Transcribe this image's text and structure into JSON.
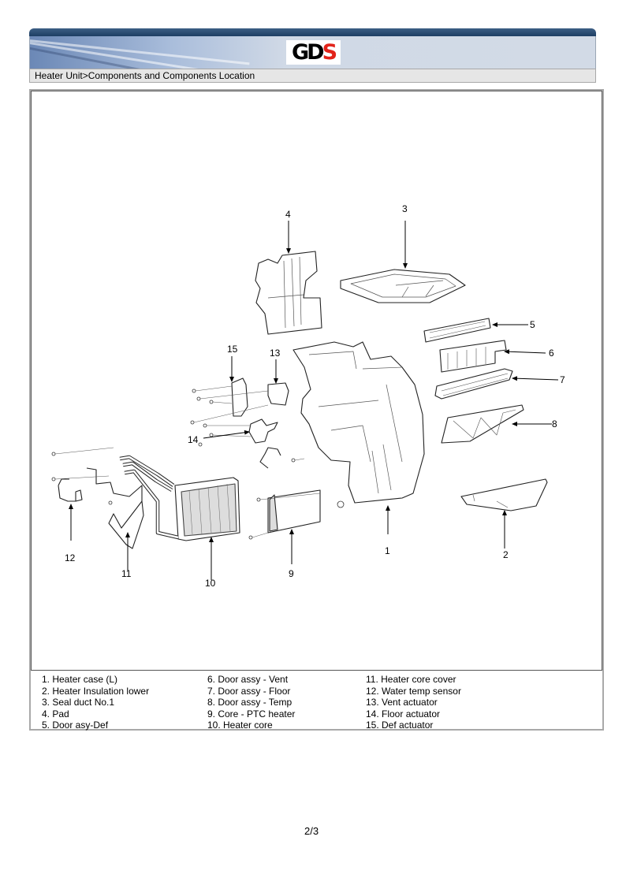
{
  "header": {
    "logo_text_main": "GD",
    "logo_text_accent": "S",
    "breadcrumb": "Heater Unit>Components and Components Location",
    "colors": {
      "bar": "#1d3e63",
      "banner": "#d2dae6",
      "logo_accent": "#e2231a"
    }
  },
  "diagram": {
    "callouts": [
      "1",
      "2",
      "3",
      "4",
      "5",
      "6",
      "7",
      "8",
      "9",
      "10",
      "11",
      "12",
      "13",
      "14",
      "15"
    ]
  },
  "legend": {
    "columns": [
      [
        "1. Heater case (L)",
        "2. Heater Insulation lower",
        "3. Seal duct No.1",
        "4. Pad",
        "5. Door asy-Def"
      ],
      [
        "6. Door assy - Vent",
        "7. Door assy - Floor",
        "8. Door assy - Temp",
        "9. Core - PTC heater",
        "10. Heater core"
      ],
      [
        "11. Heater core cover",
        "12. Water temp sensor",
        "13. Vent actuator",
        "14. Floor actuator",
        "15. Def actuator"
      ]
    ]
  },
  "footer": {
    "page": "2/3"
  }
}
